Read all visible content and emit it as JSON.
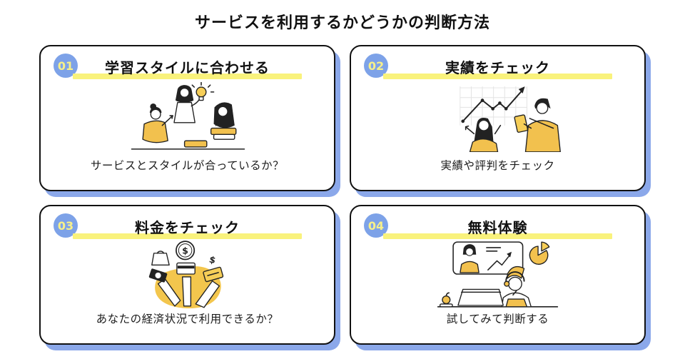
{
  "title": "サービスを利用するかどうかの判断方法",
  "colors": {
    "accent_blue": "#7DA2E8",
    "shadow_blue": "#8BA8EA",
    "badge_number_yellow": "#F7F08A",
    "highlight_yellow": "#F9F27C",
    "illustration_yellow": "#F2C14E",
    "border_dark": "#111111"
  },
  "cards": [
    {
      "number": "01",
      "heading": "学習スタイルに合わせる",
      "description": "サービスとスタイルが合っているか？",
      "illustration": "study-group-with-idea-lightbulb"
    },
    {
      "number": "02",
      "heading": "実績をチェック",
      "description": "実績や評判をチェック",
      "illustration": "people-reviewing-growth-chart"
    },
    {
      "number": "03",
      "heading": "料金をチェック",
      "description": "あなたの経済状況で利用できるか？",
      "illustration": "hands-holding-money-and-cards"
    },
    {
      "number": "04",
      "heading": "無料体験",
      "description": "試してみて判断する",
      "illustration": "person-taking-online-lesson"
    }
  ]
}
